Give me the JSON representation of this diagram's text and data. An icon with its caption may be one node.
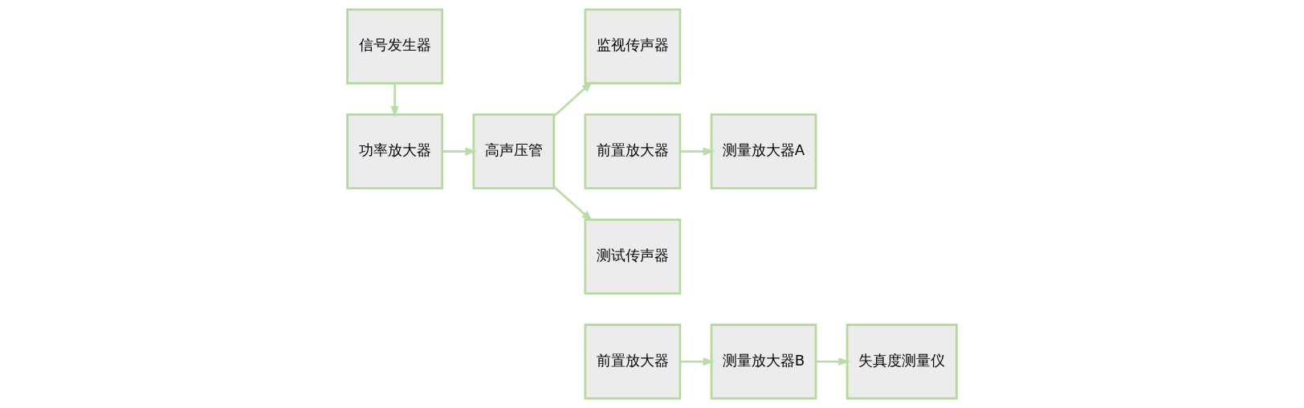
{
  "diagram": {
    "nodes": [
      {
        "text": [
          "信号发生器"
        ]
      },
      {
        "text": [
          "功率放大器"
        ]
      },
      {
        "text": [
          "高声压管"
        ]
      },
      {
        "text": [
          "监视传声器"
        ]
      },
      {
        "text": [
          "前置放大器"
        ]
      },
      {
        "text": [
          "测量放大器A"
        ]
      },
      {
        "text": [
          "测试传声器"
        ]
      },
      {
        "text": [
          "前置放大器"
        ]
      },
      {
        "text": [
          "测量放大器B"
        ]
      },
      {
        "text": [
          "失真度测量仪"
        ]
      }
    ],
    "edges": [
      {
        "from": 0,
        "to": 1,
        "arrow": "to"
      },
      {
        "from": 1,
        "to": 2,
        "arrow": "to"
      },
      {
        "from": 2,
        "to": 3,
        "arrow": "to"
      },
      {
        "from": 4,
        "to": 5,
        "arrow": "to"
      },
      {
        "from": 2,
        "to": 6,
        "arrow": "to"
      },
      {
        "from": 7,
        "to": 8,
        "arrow": "to"
      },
      {
        "from": 8,
        "to": 9,
        "arrow": "to"
      }
    ]
  }
}
